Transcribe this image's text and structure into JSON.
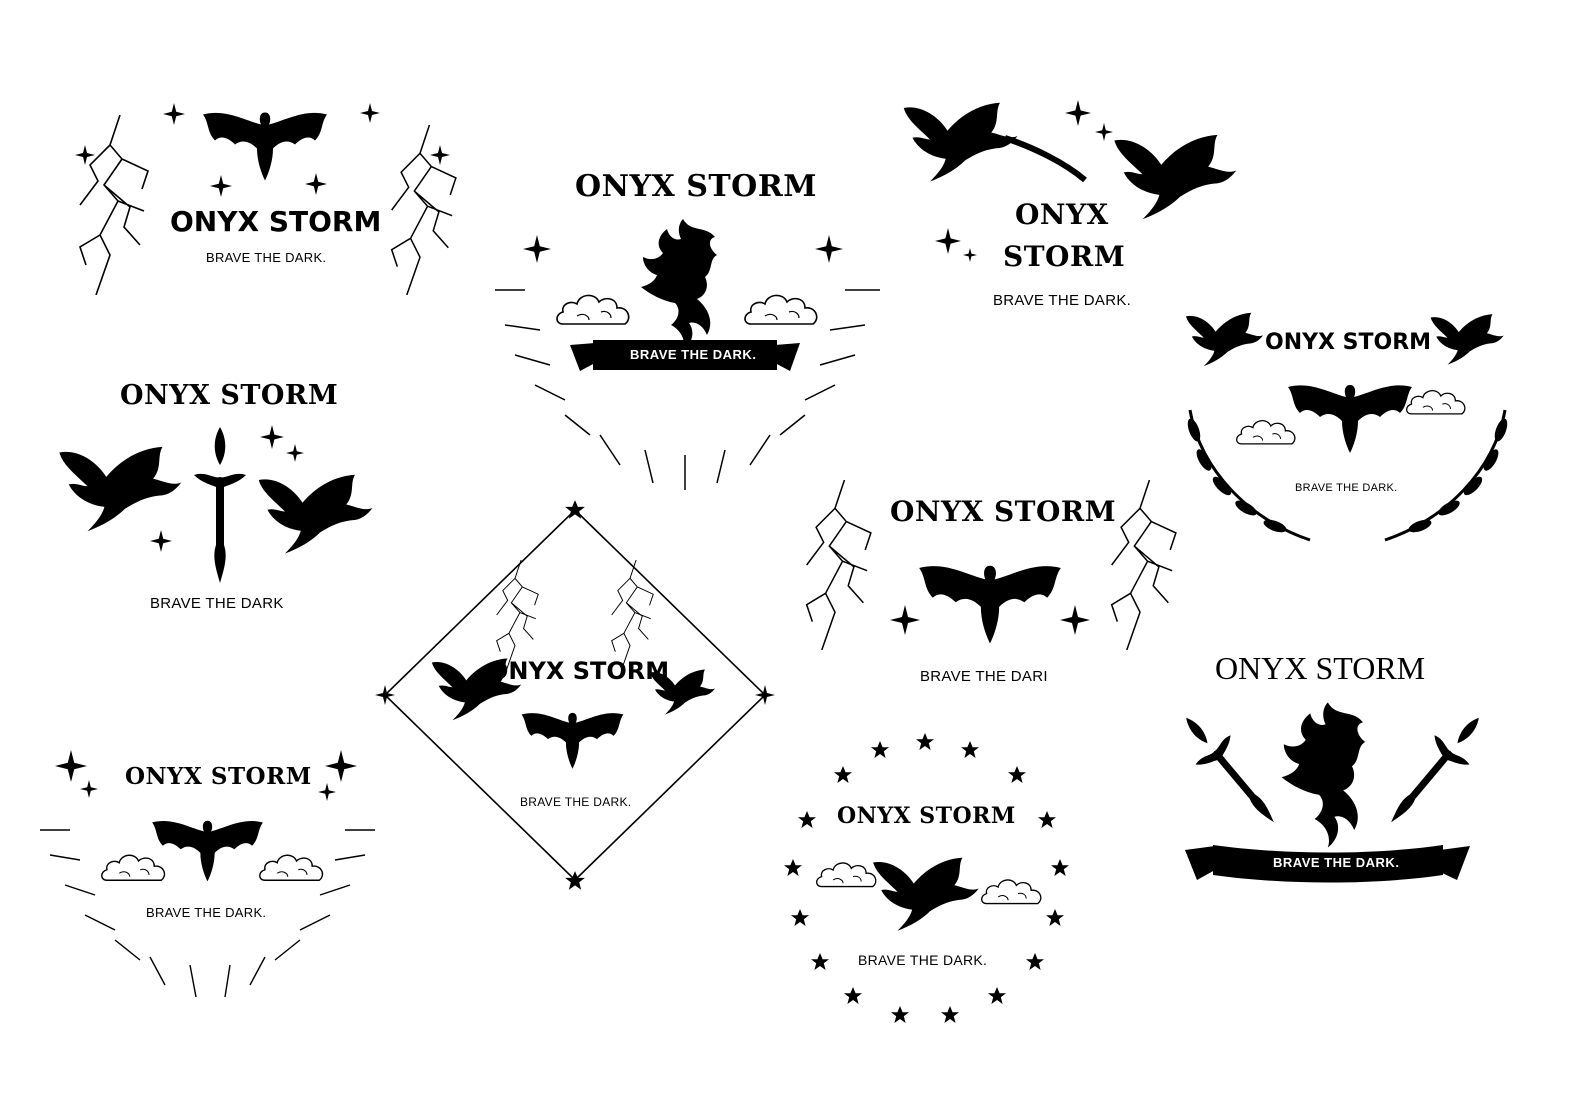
{
  "designs": [
    {
      "title": "ONYX STORM",
      "tagline": "BRAVE THE DARK."
    },
    {
      "title": "ONYX STORM",
      "tagline": "BRAVE THE DARK."
    },
    {
      "title_line1": "ONYX",
      "title_line2": "STORM",
      "tagline": "BRAVE THE DARK."
    },
    {
      "title": "ONYX STORM",
      "tagline": "BRAVE THE DARK."
    },
    {
      "title": "ONYX STORM",
      "tagline": "BRAVE THE DARK"
    },
    {
      "title": "ONYX STORM",
      "tagline": "BRAVE THE DARK."
    },
    {
      "title": "ONYX STORM",
      "tagline": "BRAVE THE DARI"
    },
    {
      "title": "ONYX STORM",
      "tagline": "BRAVE THE DARK."
    },
    {
      "title": "ONYX STORM",
      "tagline": "BRAVE THE DARK."
    },
    {
      "title": "ONYX STORM",
      "tagline": "BRAVE THE DARK."
    }
  ]
}
